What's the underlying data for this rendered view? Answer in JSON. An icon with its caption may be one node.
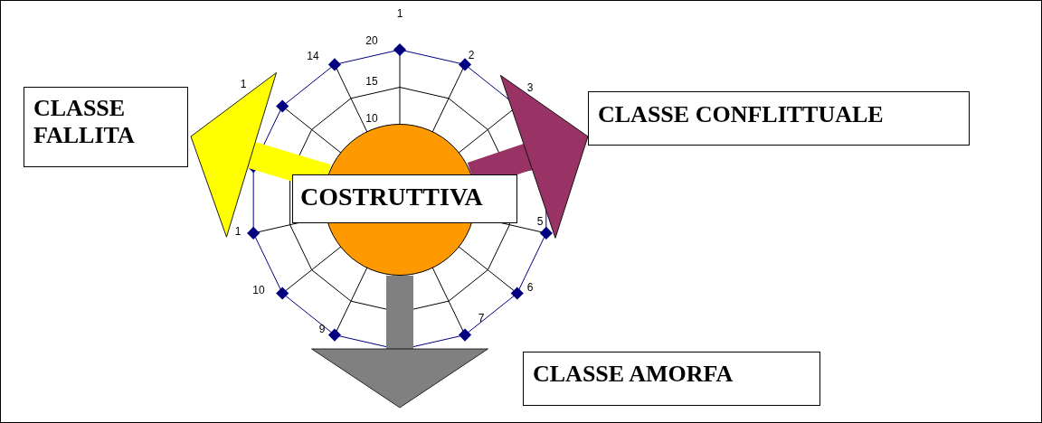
{
  "diagram": {
    "nodes": [
      {
        "text": [
          "CLASSE FALLITA"
        ]
      },
      {
        "text": [
          "CLASSE CONFLITTUALE"
        ]
      },
      {
        "text": [],
        "shape": "circle"
      },
      {
        "text": [
          "COSTRUTTIVA"
        ]
      },
      {
        "text": [
          "CLASSE AMORFA"
        ]
      }
    ],
    "edges": [
      {
        "from": 2,
        "to": 0,
        "arrow": "to",
        "color": "#ffff00"
      },
      {
        "from": 2,
        "to": 1,
        "arrow": "to",
        "color": "#993366"
      },
      {
        "from": 2,
        "to": null,
        "arrow": "to",
        "color": "#808080"
      }
    ],
    "labels": [
      "1",
      "20",
      "14",
      "2",
      "15",
      "1",
      "3",
      "10",
      "1",
      "5",
      "10",
      "6",
      "9",
      "7"
    ]
  }
}
